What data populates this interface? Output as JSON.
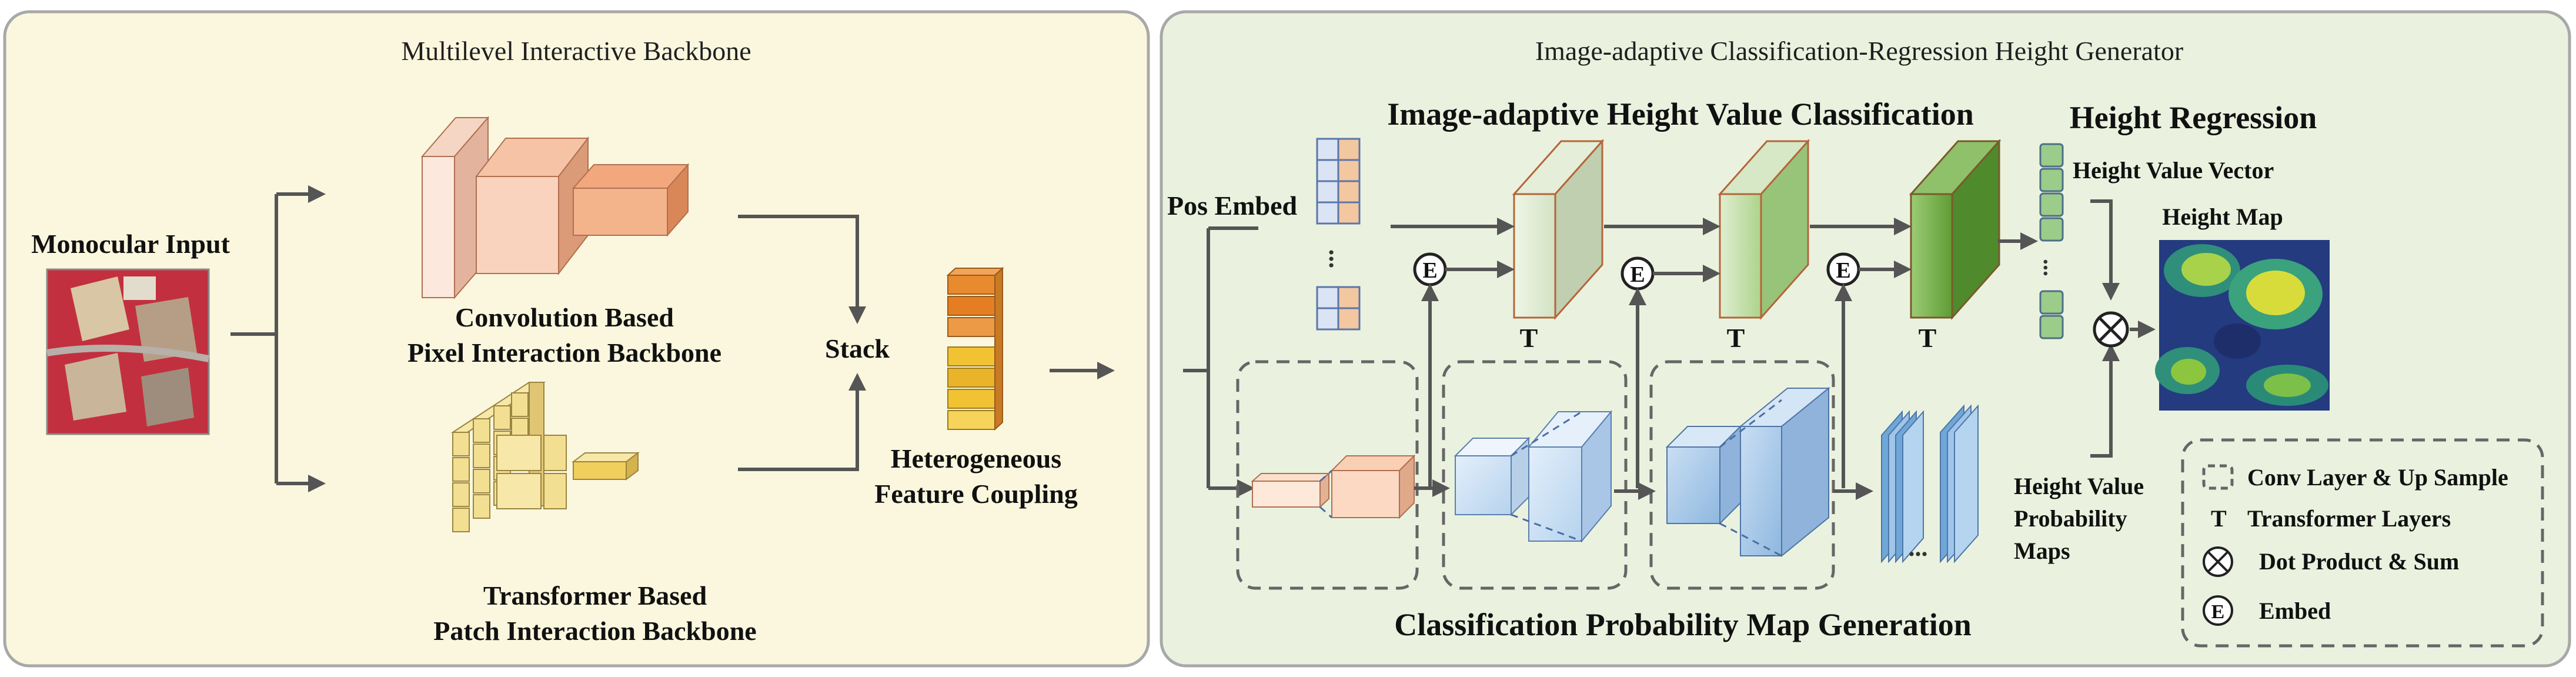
{
  "left_panel": {
    "title": "Multilevel Interactive Backbone",
    "input_label": "Monocular Input",
    "conv_label_1": "Convolution Based",
    "conv_label_2": "Pixel Interaction Backbone",
    "trans_label_1": "Transformer Based",
    "trans_label_2": "Patch Interaction Backbone",
    "stack_label": "Stack",
    "hfc_label_1": "Heterogeneous",
    "hfc_label_2": "Feature Coupling"
  },
  "right_panel": {
    "title": "Image-adaptive Classification-Regression Height Generator",
    "classification_title": "Image-adaptive Height Value Classification",
    "regression_title": "Height Regression",
    "pos_embed": "Pos Embed",
    "t_label": "T",
    "e_label": "E",
    "height_value_vector": "Height Value Vector",
    "height_map": "Height Map",
    "prob_maps_1": "Height Value",
    "prob_maps_2": "Probability",
    "prob_maps_3": "Maps",
    "map_gen_title": "Classification Probability Map Generation",
    "dots": "..."
  },
  "legend": {
    "conv": "Conv Layer & Up Sample",
    "t_symbol": "T",
    "transformer": "Transformer Layers",
    "dot": "Dot Product & Sum",
    "e_symbol": "E",
    "embed": "Embed"
  },
  "colors": {
    "left_bg": "#fbf7de",
    "right_bg": "#eaf2df",
    "panel_border": "#a8a8a8",
    "conv_fill": "#f3b48c",
    "trans_fill": "#f3df92",
    "stack_orange": "#e88a2e",
    "stack_yellow": "#f1c232",
    "t_dark_green": "#6aa23e",
    "prob_blue": "#9fc6ea"
  }
}
